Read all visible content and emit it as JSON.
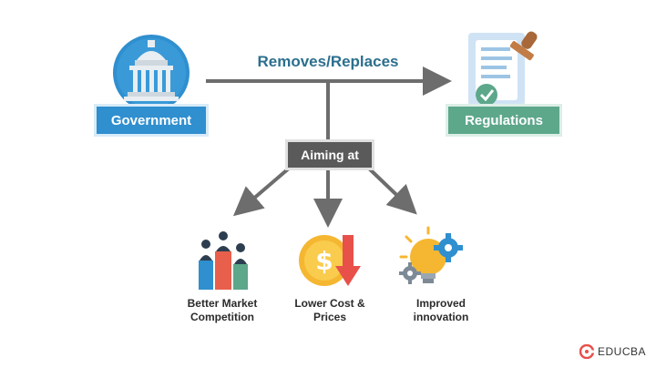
{
  "diagram": {
    "source": {
      "label": "Government",
      "icon": "government-building-icon"
    },
    "action": {
      "label": "Removes/Replaces"
    },
    "target": {
      "label": "Regulations",
      "icon": "regulation-document-stamp-icon"
    },
    "intermediate": {
      "label": "Aiming at"
    },
    "outcomes": [
      {
        "line1": "Better Market",
        "line2": "Competition",
        "icon": "business-people-podium-icon"
      },
      {
        "line1": "Lower Cost &",
        "line2": "Prices",
        "icon": "dollar-coin-down-arrow-icon"
      },
      {
        "line1": "Improved",
        "line2": "innovation",
        "icon": "lightbulb-gear-icon"
      }
    ]
  },
  "branding": {
    "name": "EDUCBA",
    "icon": "educba-logo-icon"
  },
  "colors": {
    "government_blue": "#2f8fcf",
    "regulations_green": "#5da78b",
    "aiming_gray": "#5a5a5a",
    "arrow_gray": "#6d6d6d",
    "action_text": "#2c6f8e"
  }
}
